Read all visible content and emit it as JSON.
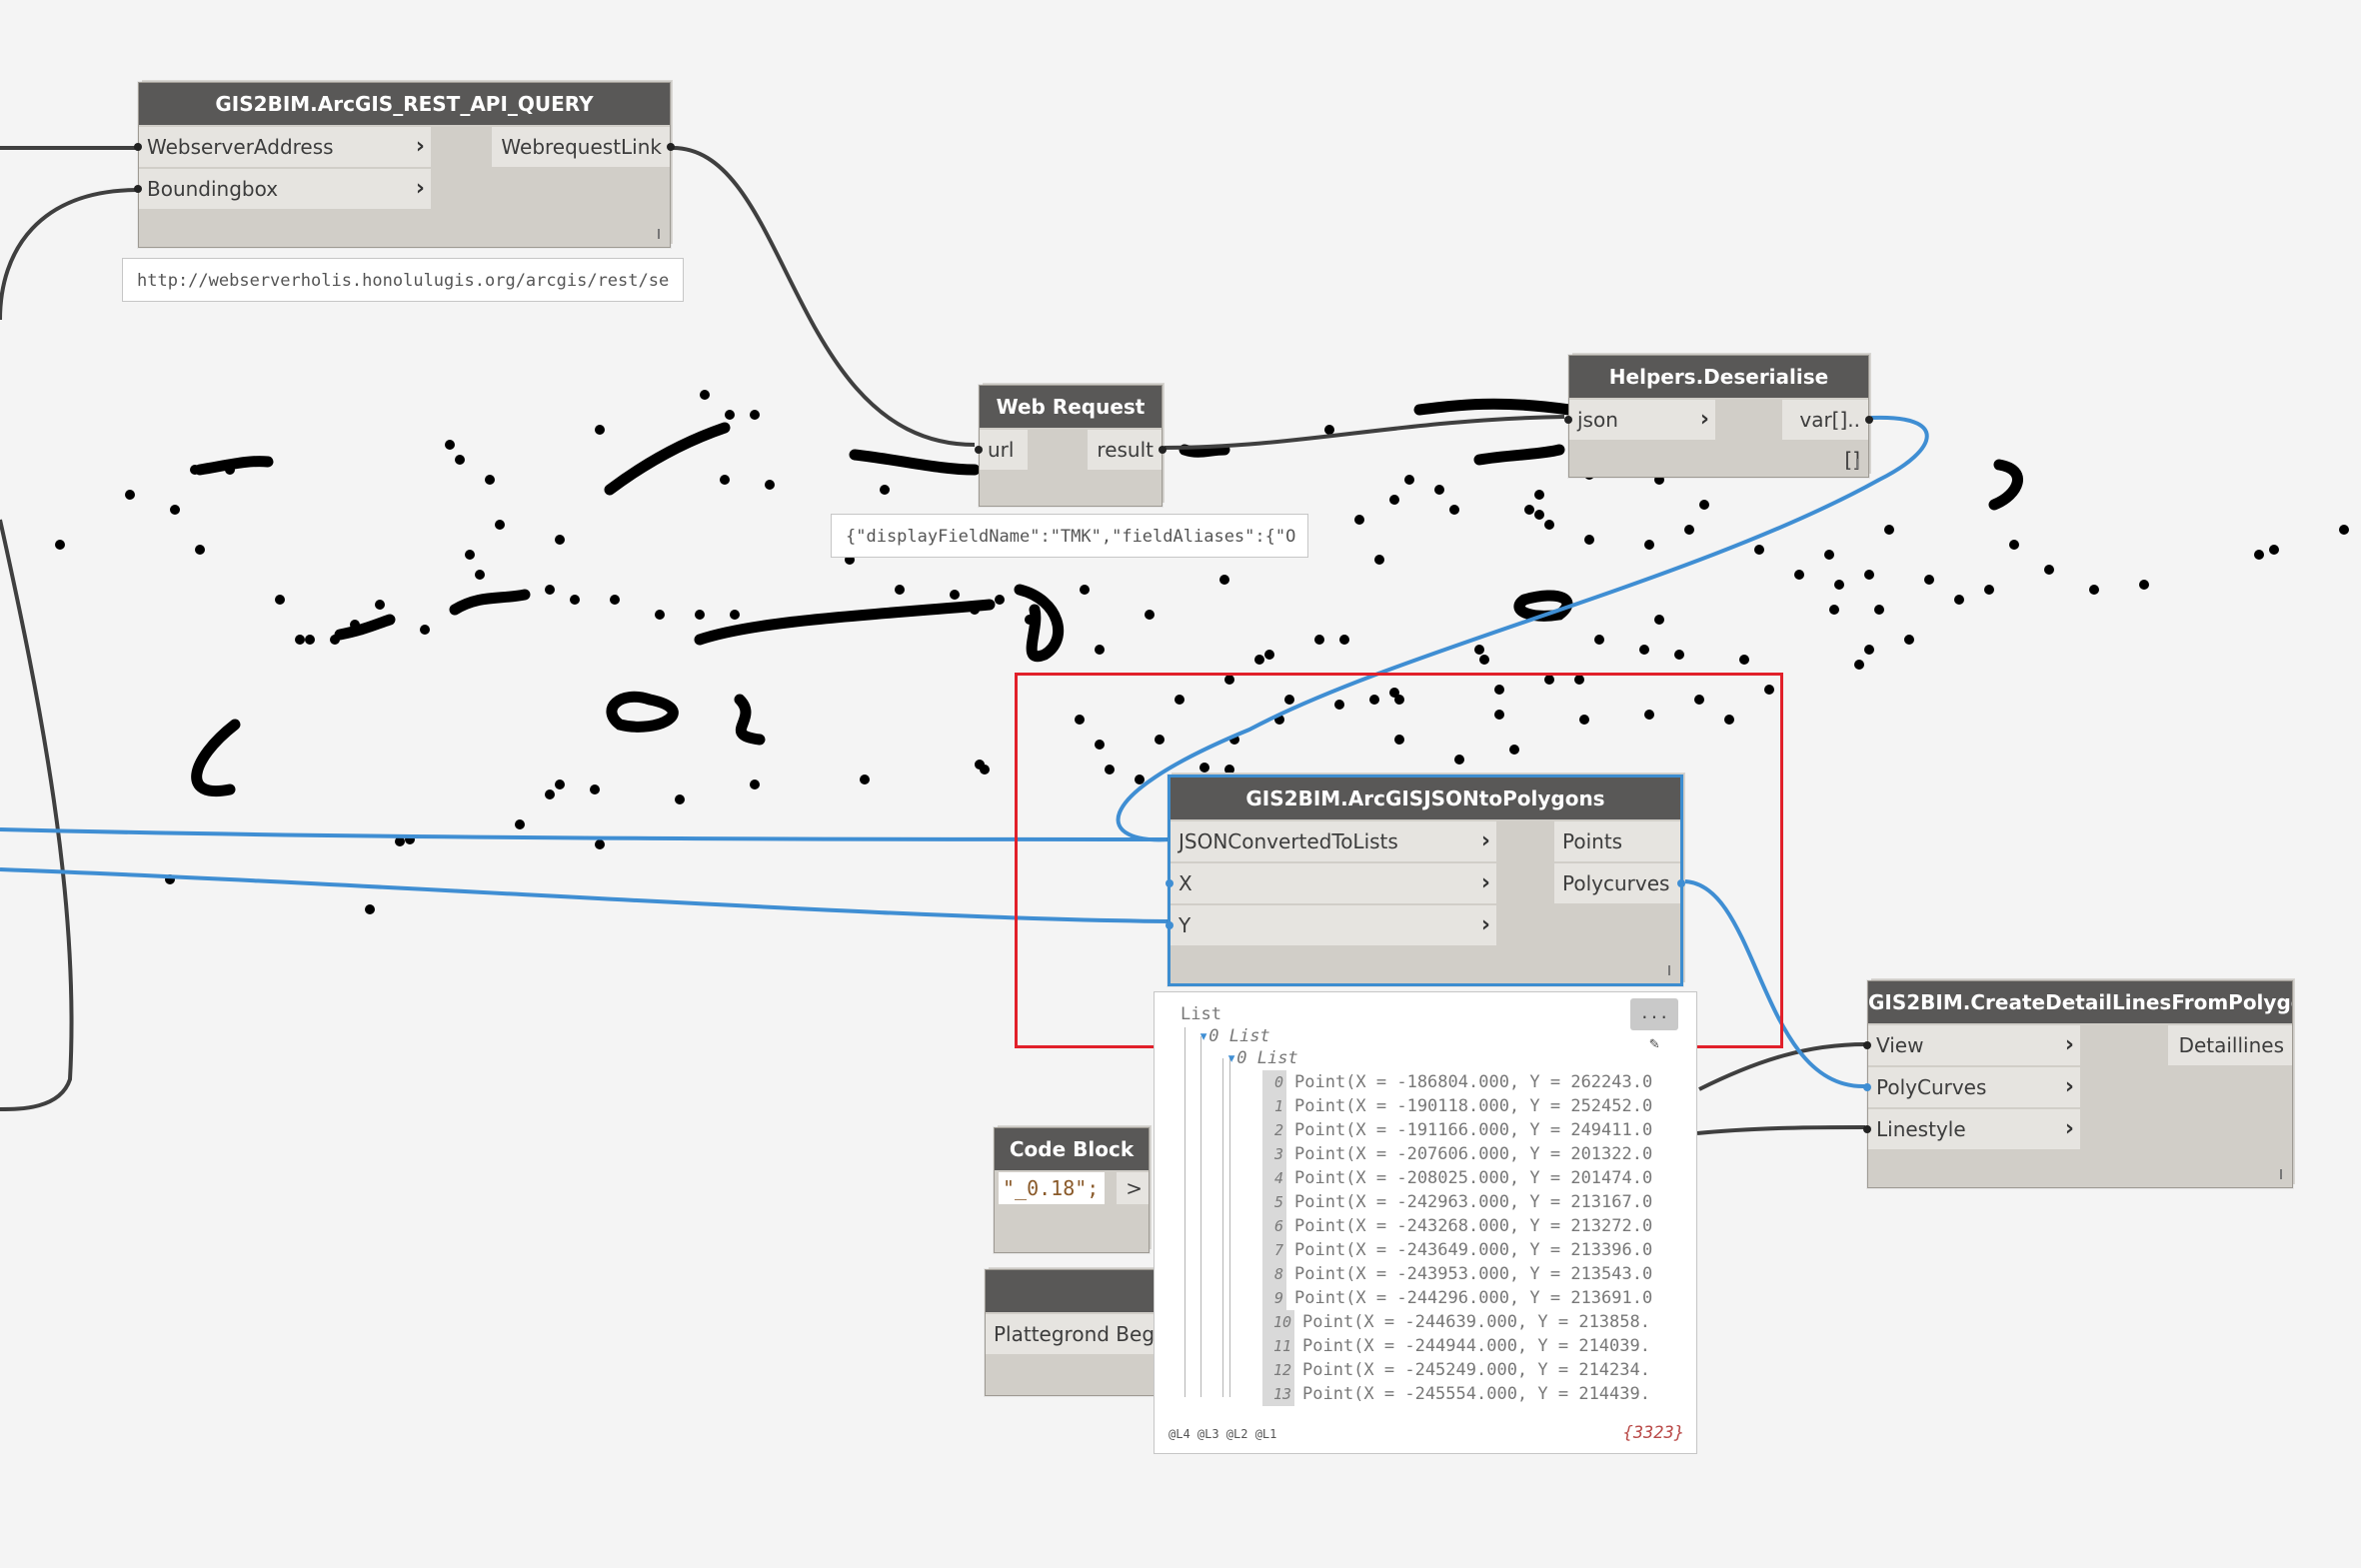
{
  "nodes": {
    "query": {
      "title": "GIS2BIM.ArcGIS_REST_API_QUERY",
      "inputs": [
        "WebserverAddress",
        "Boundingbox"
      ],
      "output": "WebrequestLink",
      "preview": "http://webserverholis.honolulugis.org/arcgis/rest/se"
    },
    "web_request": {
      "title": "Web Request",
      "input": "url",
      "output": "result",
      "preview": "{\"displayFieldName\":\"TMK\",\"fieldAliases\":{\"O"
    },
    "deserialise": {
      "title": "Helpers.Deserialise",
      "input": "json",
      "output": "var[]..[]"
    },
    "json_to_polygons": {
      "title": "GIS2BIM.ArcGISJSONtoPolygons",
      "inputs": [
        "JSONConvertedToLists",
        "X",
        "Y"
      ],
      "outputs": [
        "Points",
        "Polycurves"
      ]
    },
    "detail_lines": {
      "title": "GIS2BIM.CreateDetailLinesFromPolygons",
      "inputs": [
        "View",
        "PolyCurves",
        "Linestyle"
      ],
      "output": "Detaillines"
    },
    "code_block": {
      "title": "Code Block",
      "code": "\"_0.18\";",
      "output": ">"
    },
    "view_node": {
      "title": "Vi",
      "value": "Plattegrond Begar"
    }
  },
  "watch": {
    "header": "List",
    "level1": "0 List",
    "level2": "0 List",
    "items": [
      {
        "i": "0",
        "text": "Point(X = -186804.000, Y = 262243.0"
      },
      {
        "i": "1",
        "text": "Point(X = -190118.000, Y = 252452.0"
      },
      {
        "i": "2",
        "text": "Point(X = -191166.000, Y = 249411.0"
      },
      {
        "i": "3",
        "text": "Point(X = -207606.000, Y = 201322.0"
      },
      {
        "i": "4",
        "text": "Point(X = -208025.000, Y = 201474.0"
      },
      {
        "i": "5",
        "text": "Point(X = -242963.000, Y = 213167.0"
      },
      {
        "i": "6",
        "text": "Point(X = -243268.000, Y = 213272.0"
      },
      {
        "i": "7",
        "text": "Point(X = -243649.000, Y = 213396.0"
      },
      {
        "i": "8",
        "text": "Point(X = -243953.000, Y = 213543.0"
      },
      {
        "i": "9",
        "text": "Point(X = -244296.000, Y = 213691.0"
      },
      {
        "i": "10",
        "text": "Point(X = -244639.000, Y = 213858."
      },
      {
        "i": "11",
        "text": "Point(X = -244944.000, Y = 214039."
      },
      {
        "i": "12",
        "text": "Point(X = -245249.000, Y = 214234."
      },
      {
        "i": "13",
        "text": "Point(X = -245554.000, Y = 214439."
      }
    ],
    "levels": "@L4 @L3 @L2 @L1",
    "count": "{3323}",
    "pin_label": "..."
  },
  "colors": {
    "wire_dark": "#3f3f3f",
    "wire_blue": "#3f8ed3",
    "selection": "#e1202a",
    "header": "#595857"
  }
}
